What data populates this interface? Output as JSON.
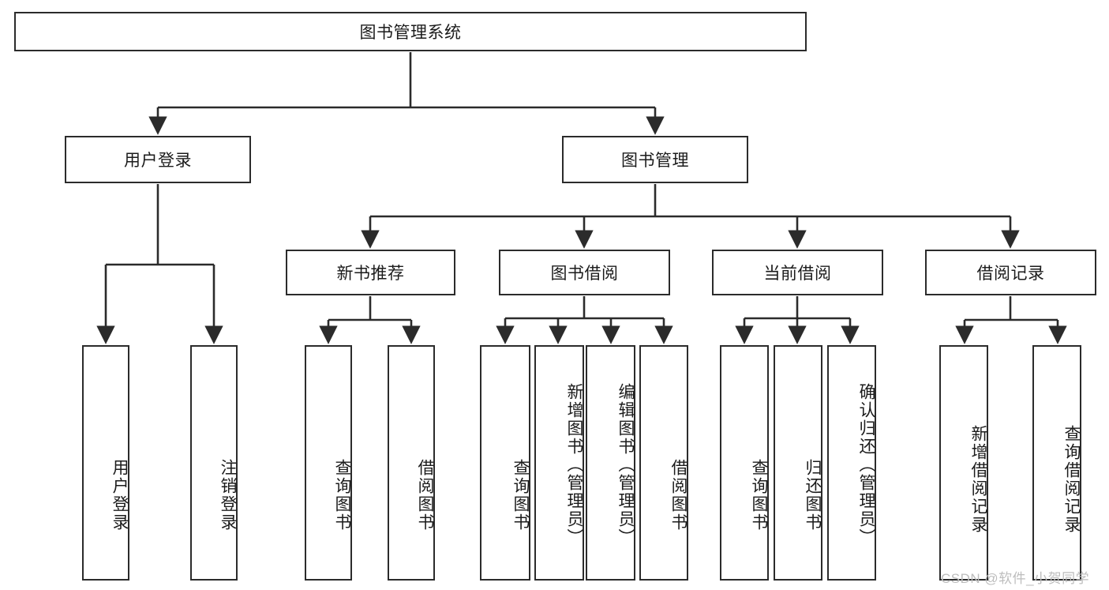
{
  "diagram": {
    "title_node": {
      "label": "图书管理系统"
    },
    "level1": [
      {
        "label": "用户登录"
      },
      {
        "label": "图书管理"
      }
    ],
    "level2": [
      {
        "label": "新书推荐"
      },
      {
        "label": "图书借阅"
      },
      {
        "label": "当前借阅"
      },
      {
        "label": "借阅记录"
      }
    ],
    "leaves": {
      "user_login": [
        {
          "label": "用户登录"
        },
        {
          "label": "注销登录"
        }
      ],
      "new_book_recommend": [
        {
          "label": "查询图书"
        },
        {
          "label": "借阅图书"
        }
      ],
      "book_borrow": [
        {
          "label": "查询图书"
        },
        {
          "label": "新增图书（管理员）"
        },
        {
          "label": "编辑图书（管理员）"
        },
        {
          "label": "借阅图书"
        }
      ],
      "current_borrow": [
        {
          "label": "查询图书"
        },
        {
          "label": "归还图书"
        },
        {
          "label": "确认归还（管理员）"
        }
      ],
      "borrow_record": [
        {
          "label": "新增借阅记录"
        },
        {
          "label": "查询借阅记录"
        }
      ]
    },
    "watermark": {
      "text": "CSDN @软件_小贺同学"
    },
    "colors": {
      "stroke": "#2b2b2b",
      "fill": "#ffffff",
      "text": "#1b1b1b",
      "watermark": "#bdbdbd"
    }
  }
}
